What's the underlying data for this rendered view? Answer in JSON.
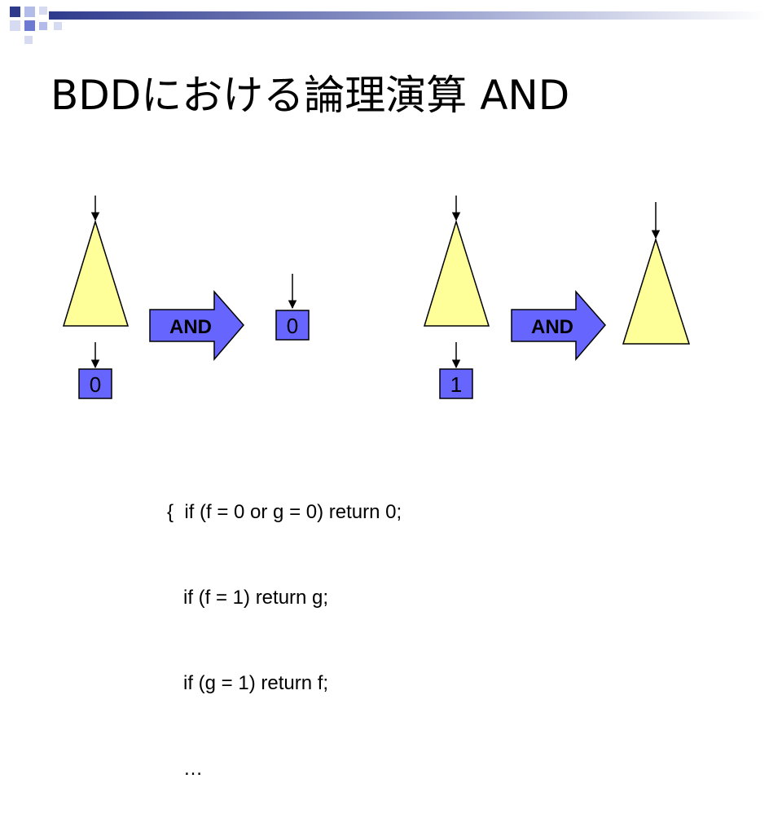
{
  "colors": {
    "triangle_fill": "#ffff99",
    "terminal_fill": "#6666ff",
    "arrow_fill": "#6666ff",
    "header_bar": "#2e3a8c",
    "header_squares": [
      "#2e3a8c",
      "#6d7ad1",
      "#b3bbe8",
      "#d7dbf2"
    ]
  },
  "slide": {
    "title": "BDDにおける論理演算 AND"
  },
  "diagram": {
    "case1": {
      "terminal_label": "0",
      "operator_label": "AND",
      "result_label": "0"
    },
    "case2": {
      "terminal_label": "1",
      "operator_label": "AND"
    }
  },
  "code": {
    "lines": [
      "{  if (f = 0 or g = 0) return 0;",
      "   if (f = 1) return g;",
      "   if (g = 1) return f;",
      "   …"
    ]
  }
}
